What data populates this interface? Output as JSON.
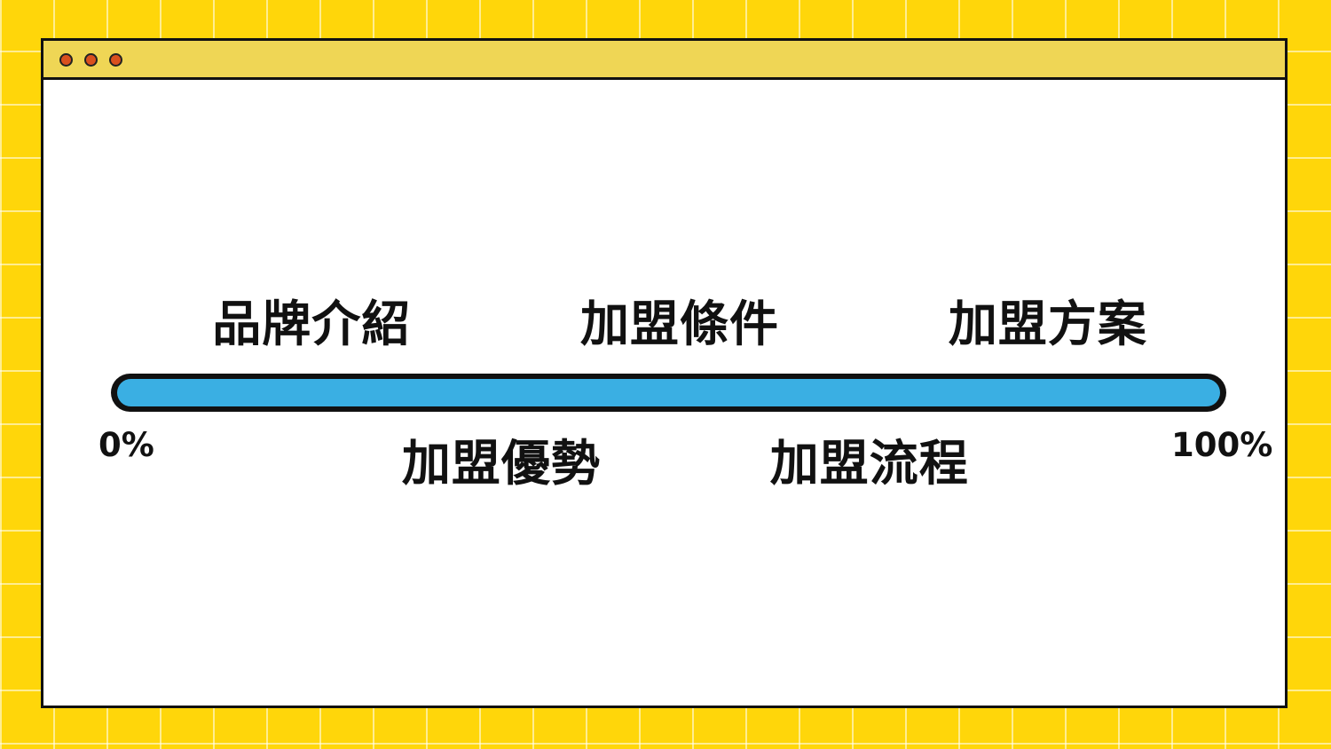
{
  "window": {
    "controls": [
      "dot",
      "dot",
      "dot"
    ],
    "control_color": "#D9501E",
    "titlebar_color": "#EFD655"
  },
  "progress": {
    "start_label": "0%",
    "end_label": "100%",
    "value_fraction": 1.0,
    "bar_color": "#3AAFE3",
    "steps": [
      {
        "label": "品牌介紹",
        "position_fraction": 0.18,
        "side": "top"
      },
      {
        "label": "加盟優勢",
        "position_fraction": 0.35,
        "side": "bottom"
      },
      {
        "label": "加盟條件",
        "position_fraction": 0.51,
        "side": "top"
      },
      {
        "label": "加盟流程",
        "position_fraction": 0.68,
        "side": "bottom"
      },
      {
        "label": "加盟方案",
        "position_fraction": 0.84,
        "side": "top"
      }
    ]
  },
  "theme": {
    "background": "#FFD60A",
    "grid_line": "#FFFFFF"
  }
}
